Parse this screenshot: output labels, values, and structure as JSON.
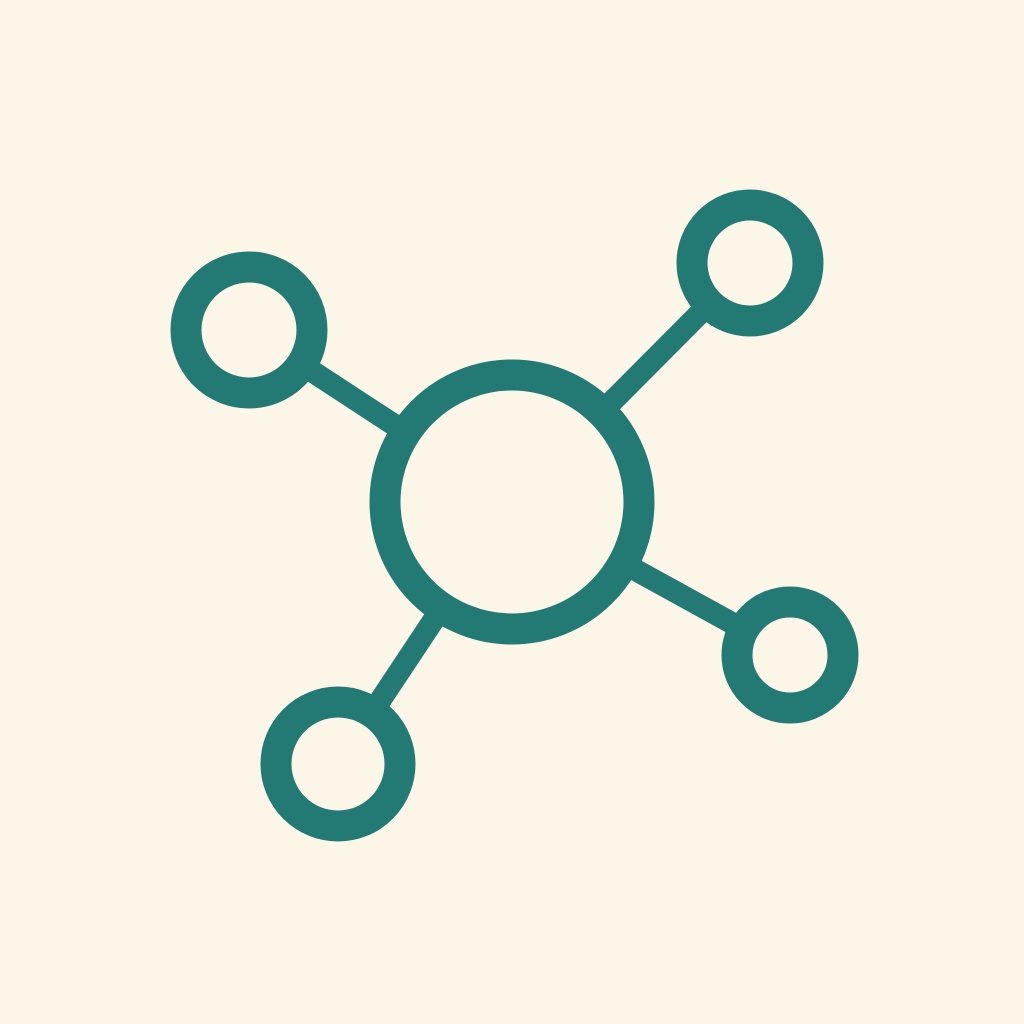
{
  "icon": {
    "name": "network-hub-icon",
    "colors": {
      "background": "#FBF6E8",
      "stroke": "#237A74",
      "node_fill": "#FBF6E8"
    },
    "hub": {
      "name": "hub-node"
    },
    "satellites": [
      {
        "name": "satellite-node-top-left"
      },
      {
        "name": "satellite-node-top-right"
      },
      {
        "name": "satellite-node-bottom-right"
      },
      {
        "name": "satellite-node-bottom-left"
      }
    ]
  }
}
